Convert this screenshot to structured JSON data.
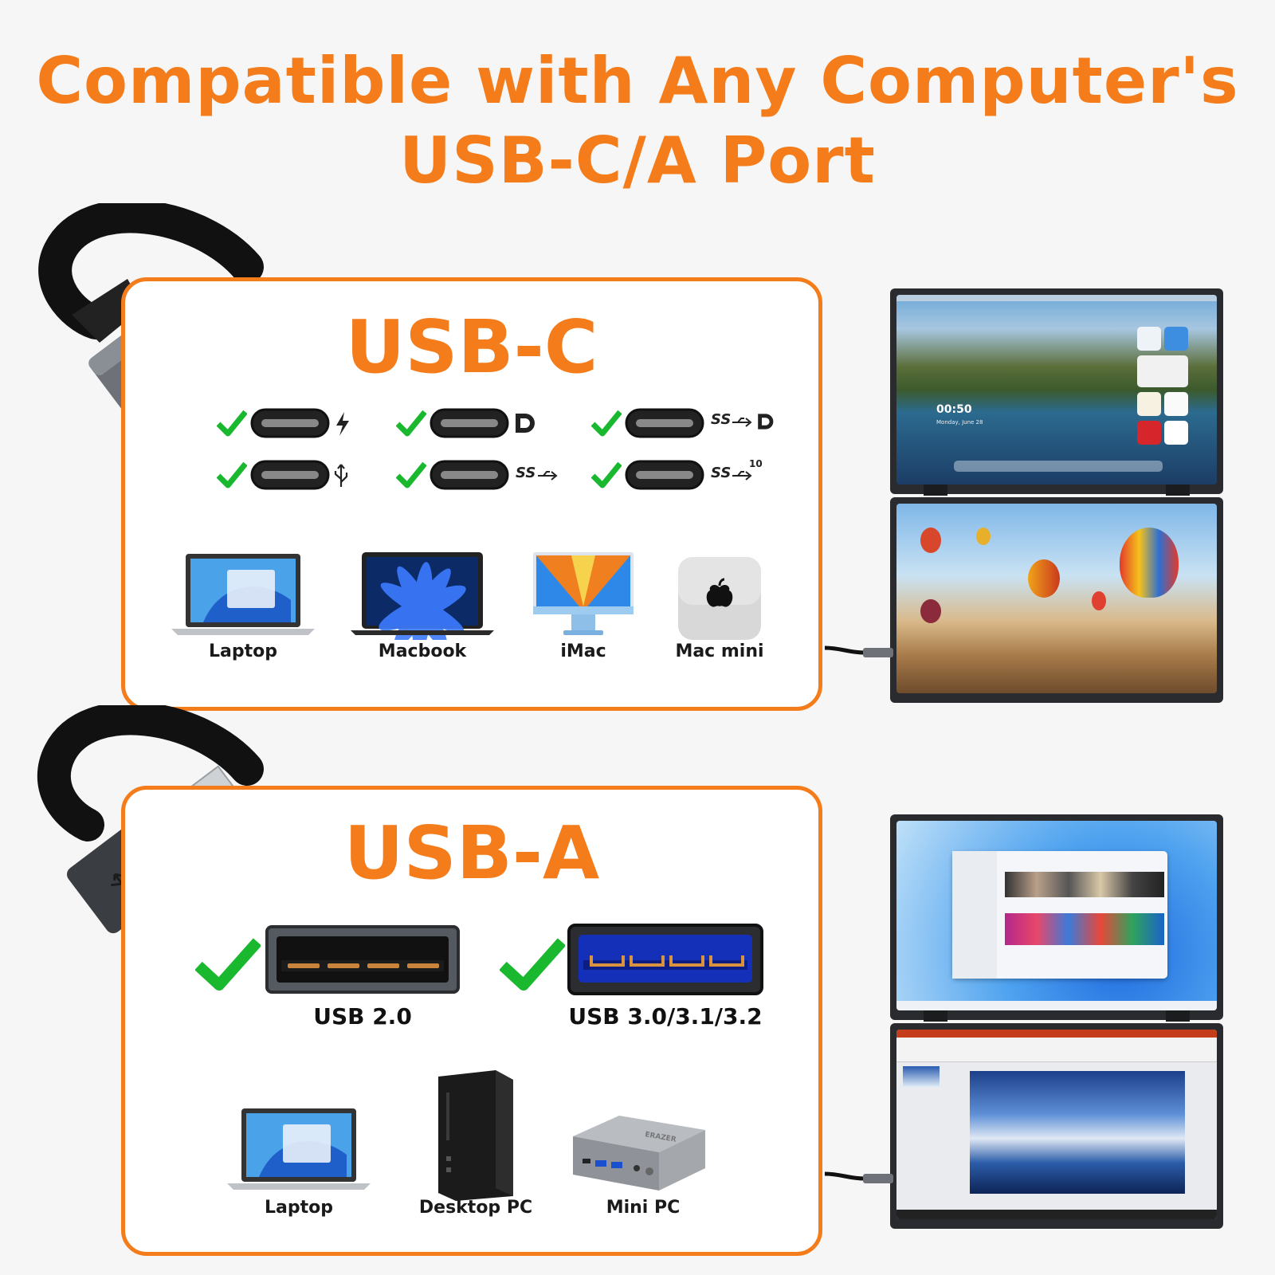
{
  "headline": {
    "line1": "Compatible with Any Computer's",
    "line2": "USB-C/A Port"
  },
  "usb_c": {
    "title": "USB-C",
    "ports": [
      {
        "symbol": "thunderbolt-icon",
        "label": ""
      },
      {
        "symbol": "displayport-icon",
        "label": ""
      },
      {
        "symbol": "superspeed-displayport-icon",
        "label": "SS"
      },
      {
        "symbol": "usb-icon",
        "label": ""
      },
      {
        "symbol": "superspeed-usb-icon",
        "label": "SS"
      },
      {
        "symbol": "superspeed-10-icon",
        "label": "SS",
        "sup": "10"
      }
    ],
    "devices": [
      {
        "label": "Laptop"
      },
      {
        "label": "Macbook"
      },
      {
        "label": "iMac"
      },
      {
        "label": "Mac mini"
      }
    ]
  },
  "usb_a": {
    "title": "USB-A",
    "ports": [
      {
        "label": "USB 2.0"
      },
      {
        "label": "USB 3.0/3.1/3.2"
      }
    ],
    "devices": [
      {
        "label": "Laptop"
      },
      {
        "label": "Desktop PC"
      },
      {
        "label": "Mini PC"
      }
    ]
  },
  "monitor_top": {
    "clock": "00:50",
    "date": "Monday, June 28"
  },
  "mini_pc_brand": "ERAZER",
  "colors": {
    "accent": "#f47c1b",
    "check": "#19b82e",
    "background": "#f6f6f6"
  }
}
